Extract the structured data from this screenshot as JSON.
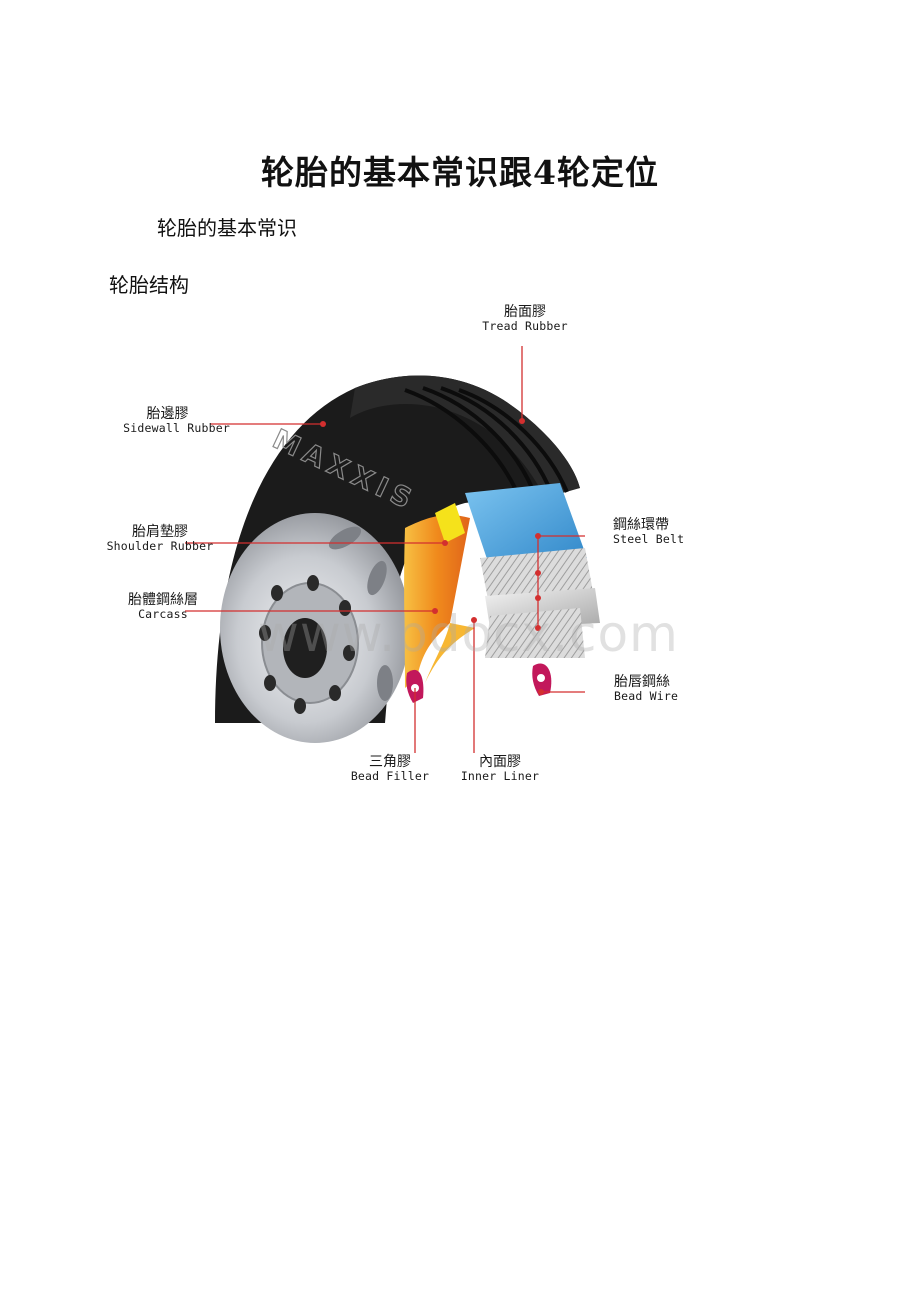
{
  "document": {
    "title": "轮胎的基本常识跟4轮定位",
    "subtitle": "轮胎的基本常识",
    "section_heading": "轮胎结构"
  },
  "figure": {
    "brand_text": "MAXXIS",
    "watermark": "www.bdocx.com",
    "labels": {
      "tread_rubber": {
        "zh": "胎面膠",
        "en": "Tread Rubber"
      },
      "sidewall_rubber": {
        "zh": "胎邊膠",
        "en": "Sidewall Rubber"
      },
      "steel_belt": {
        "zh": "鋼絲環帶",
        "en": "Steel Belt"
      },
      "shoulder_rubber": {
        "zh": "胎肩墊膠",
        "en": "Shoulder Rubber"
      },
      "carcass": {
        "zh": "胎體鋼絲層",
        "en": "Carcass"
      },
      "bead_wire": {
        "zh": "胎唇鋼絲",
        "en": "Bead Wire"
      },
      "bead_filler": {
        "zh": "三角膠",
        "en": "Bead Filler"
      },
      "inner_liner": {
        "zh": "內面膠",
        "en": "Inner Liner"
      }
    },
    "colors": {
      "leader_line": "#d32f2f",
      "steel_belt_blue": "#3b9ad9",
      "shoulder_yellow": "#f5e21b",
      "carcass_orange": "#f08a1c",
      "bead_magenta": "#c2185b",
      "tire_black": "#1b1b1b",
      "rim_silver": "#c8cbd0"
    }
  }
}
